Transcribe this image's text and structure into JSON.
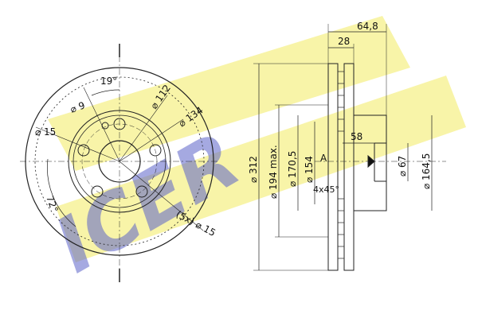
{
  "watermark": {
    "text": "ICER",
    "accent": "#f6f29a",
    "logo_color": "#5b63c9"
  },
  "dimensions": {
    "angle_19": "19°",
    "hole_9": "⌀ 9",
    "pcd_112": "⌀ 112",
    "dia_134": "⌀ 134",
    "dia_15": "⌀ 15",
    "angle_72": "72°",
    "bolt_holes": "(5x) ⌀ 15",
    "width_64_8": "64,8",
    "width_28": "28",
    "dia_312": "⌀ 312",
    "dia_194": "⌀ 194 max.",
    "dia_170_5": "⌀ 170,5",
    "dia_154": "⌀ 154",
    "depth_58": "58",
    "label_A": "A",
    "chamfer": "4x45°",
    "dia_67": "⌀ 67",
    "dia_164_5": "⌀ 164,5"
  }
}
